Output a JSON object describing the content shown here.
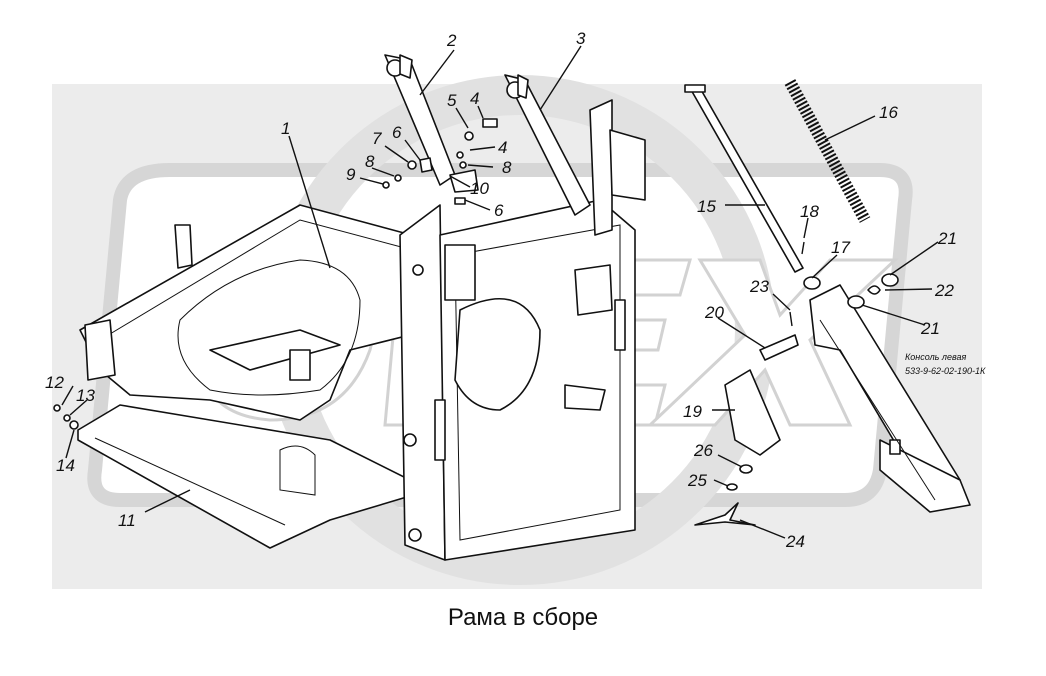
{
  "caption": "Рама в сборе",
  "note_line1": "Консоль левая",
  "note_line2": "533-9-62-02-190-1К",
  "watermark_text": "ОРЕХ",
  "watermark_color": "#d9d9d9",
  "labels": [
    "1",
    "2",
    "3",
    "4",
    "4",
    "5",
    "6",
    "6",
    "7",
    "8",
    "8",
    "9",
    "10",
    "11",
    "12",
    "13",
    "14",
    "15",
    "16",
    "17",
    "18",
    "19",
    "20",
    "21",
    "21",
    "22",
    "23",
    "24",
    "25",
    "26"
  ]
}
